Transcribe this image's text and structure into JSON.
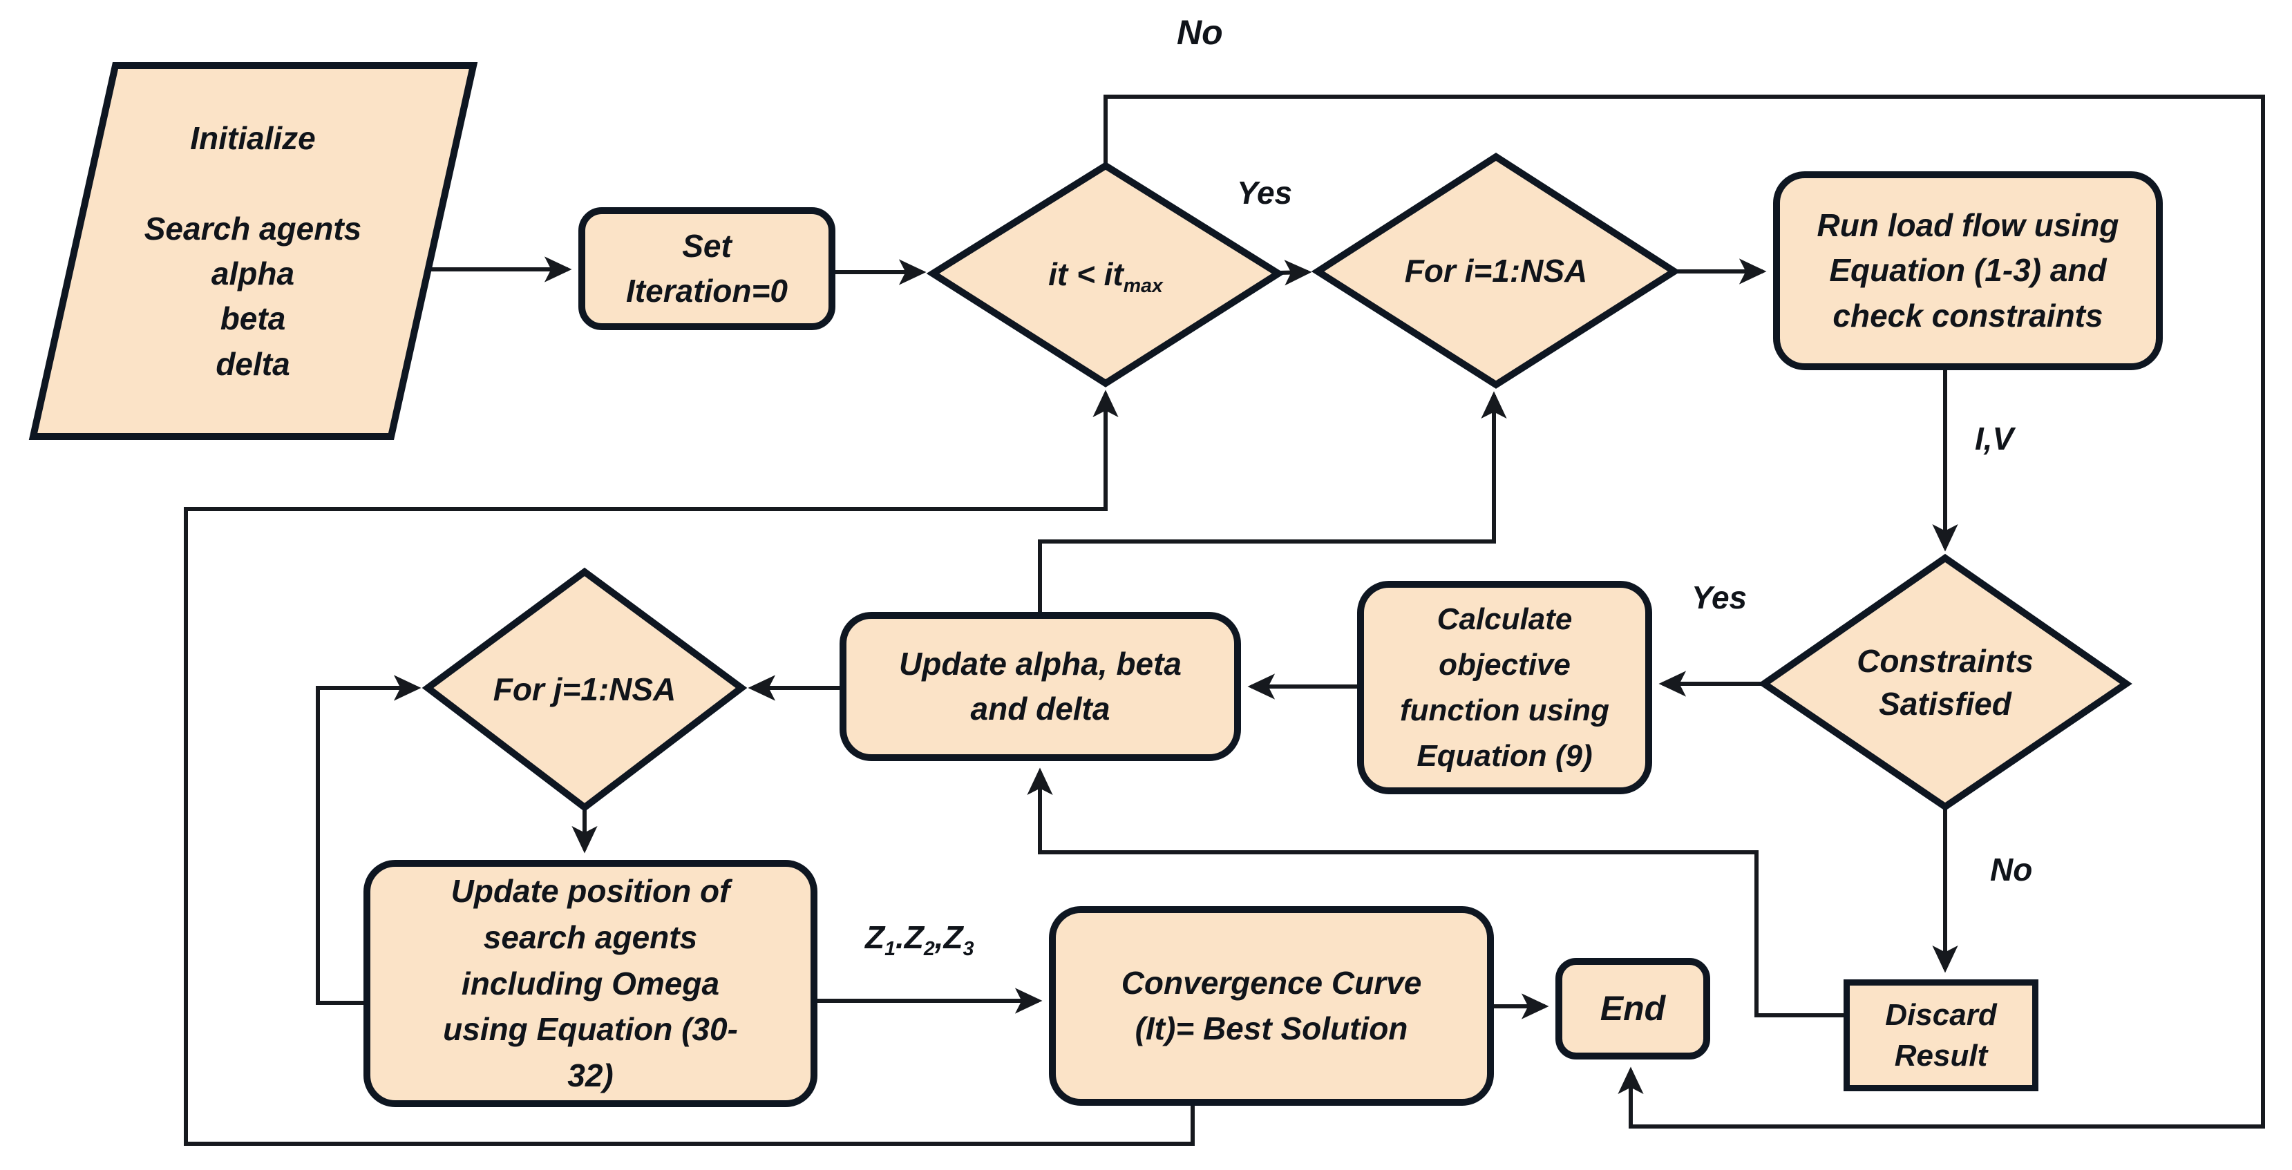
{
  "diagram": {
    "colors": {
      "node_fill": "#fbe3c7",
      "node_stroke": "#0e1621",
      "connector": "#16191e",
      "text": "#10141a",
      "background": "#ffffff"
    },
    "nodes": {
      "initialize": {
        "lines": [
          "Initialize",
          "",
          "Search agents",
          "alpha",
          "beta",
          "delta"
        ]
      },
      "set_iteration": {
        "lines": [
          "Set",
          "Iteration=0"
        ]
      },
      "iteration_check": {
        "pre": "it < it",
        "sub": "max"
      },
      "for_i": {
        "label": "For i=1:NSA"
      },
      "run_load_flow": {
        "lines": [
          "Run load flow using",
          "Equation (1-3) and",
          "check constraints"
        ]
      },
      "constraints_check": {
        "lines": [
          "Constraints",
          "Satisfied"
        ]
      },
      "calc_objective": {
        "lines": [
          "Calculate",
          "objective",
          "function using",
          "Equation (9)"
        ]
      },
      "update_alpha_beta_delta": {
        "lines": [
          "Update alpha, beta",
          "and delta"
        ]
      },
      "for_j": {
        "label": "For j=1:NSA"
      },
      "update_position": {
        "lines": [
          "Update position of",
          "search agents",
          "including Omega",
          "using Equation (30-",
          "32)"
        ]
      },
      "convergence": {
        "lines": [
          "Convergence Curve",
          "(It)= Best Solution"
        ]
      },
      "end": {
        "label": "End"
      },
      "discard": {
        "lines": [
          "Discard",
          "Result"
        ]
      }
    },
    "labels": {
      "no_top": "No",
      "yes_top": "Yes",
      "iv": "I,V",
      "yes_constraints": "Yes",
      "no_constraints": "No",
      "z": {
        "z1": "Z",
        "s1": "1",
        "z2": ".Z",
        "s2": "2",
        "z3": ",Z",
        "s3": "3"
      }
    }
  }
}
